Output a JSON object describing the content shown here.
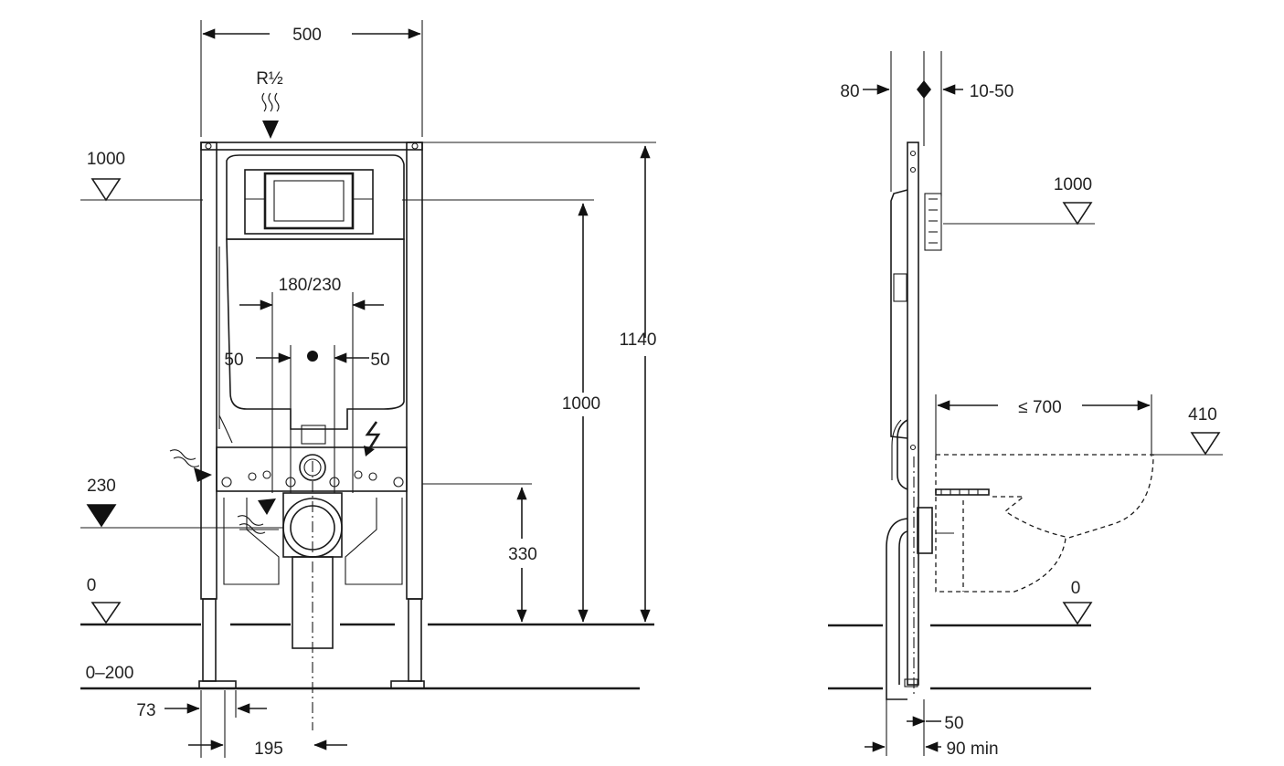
{
  "front_view": {
    "width_label": "500",
    "supply_label": "R½",
    "level_1000_label": "1000",
    "flush_distance_label": "180/230",
    "offset_left_label": "50",
    "offset_right_label": "50",
    "height_1140_label": "1140",
    "height_1000_label": "1000",
    "height_330_label": "330",
    "level_230_label": "230",
    "level_0_label": "0",
    "floor_range_label": "0–200",
    "foot_73_label": "73",
    "axis_195_label": "195"
  },
  "side_view": {
    "depth_80_label": "80",
    "depth_10_50_label": "10-50",
    "level_1000_label": "1000",
    "projection_label": "≤ 700",
    "level_410_label": "410",
    "level_0_label": "0",
    "dim_50_label": "50",
    "dim_90_label": "90 min"
  }
}
